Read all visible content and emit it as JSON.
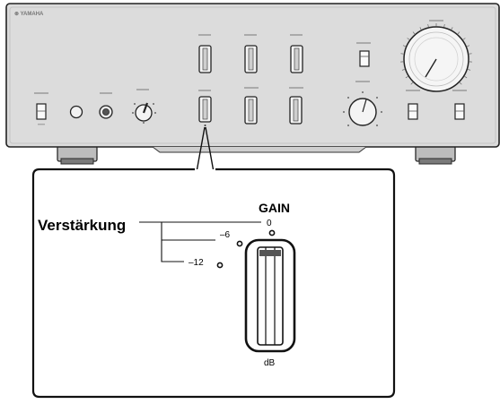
{
  "amplifier": {
    "brand": "⊛ YAMAHA"
  },
  "callout": {
    "title": "GAIN",
    "label": "Verstärkung",
    "levels": [
      "0",
      "–6",
      "–12"
    ],
    "unit": "dB"
  }
}
